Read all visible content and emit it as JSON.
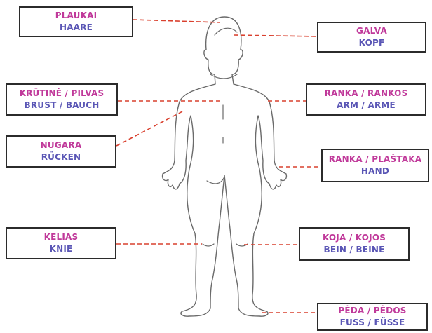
{
  "colors": {
    "lithuanian_text": "#c0399a",
    "german_text": "#5a56b5",
    "leader_line": "#d9402e",
    "box_border": "#2b2b2b",
    "body_outline": "#6a6a6a"
  },
  "labels": [
    {
      "key": "hair",
      "lt": "PLAUKAI",
      "de": "HAARE"
    },
    {
      "key": "head",
      "lt": "GALVA",
      "de": "KOPF"
    },
    {
      "key": "chest",
      "lt": "KRŪTINĖ / PILVAS",
      "de": "BRUST / BAUCH"
    },
    {
      "key": "arm",
      "lt": "RANKA / RANKOS",
      "de": "ARM / ARME"
    },
    {
      "key": "back",
      "lt": "NUGARA",
      "de": "RÜCKEN"
    },
    {
      "key": "hand",
      "lt": "RANKA / PLAŠTAKA",
      "de": "HAND"
    },
    {
      "key": "knee",
      "lt": "KELIAS",
      "de": "KNIE"
    },
    {
      "key": "leg",
      "lt": "KOJA / KOJOS",
      "de": "BEIN / BEINE"
    },
    {
      "key": "foot",
      "lt": "PĖDA / PĖDOS",
      "de": "FUSS / FÜSSE"
    }
  ]
}
